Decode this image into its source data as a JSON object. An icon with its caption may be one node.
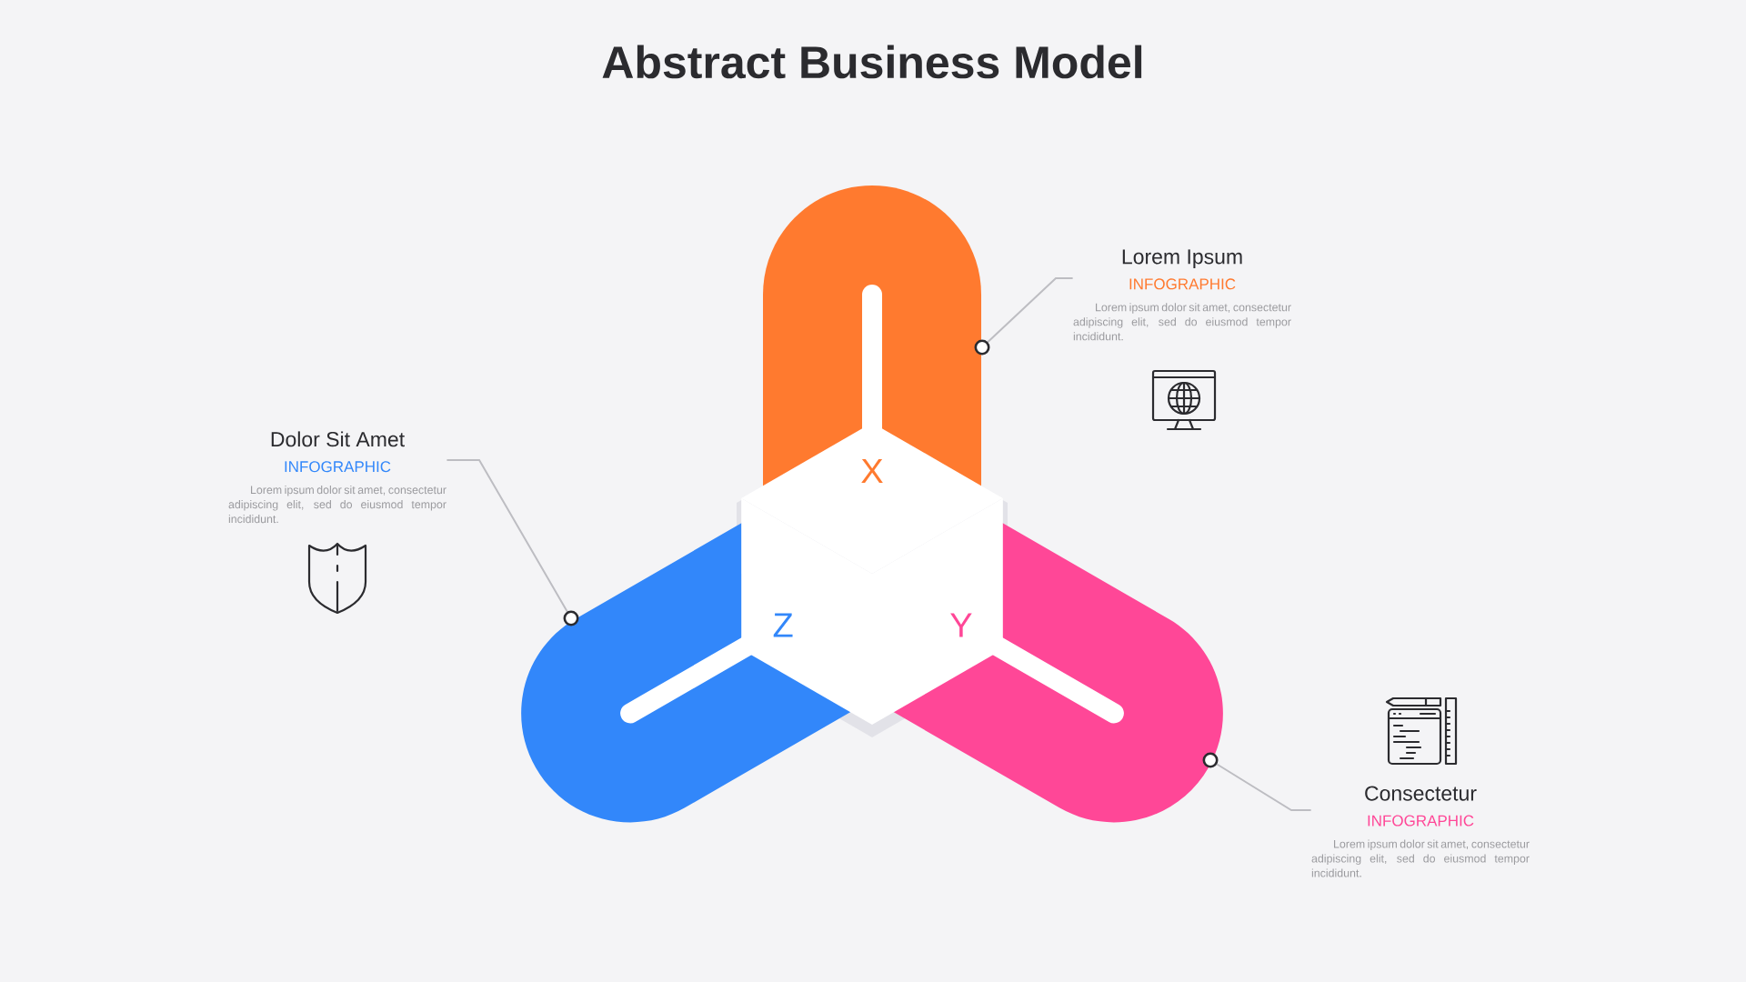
{
  "diagram": {
    "title": "Abstract Business Model",
    "nodes": [
      {
        "text": [
          "X"
        ]
      },
      {
        "text": [
          "Y"
        ]
      },
      {
        "text": [
          "Z"
        ]
      },
      {
        "text": [
          "Lorem Ipsum",
          "INFOGRAPHIC",
          "Lorem ipsum dolor sit amet, consectetur adipiscing elit, sed do eiusmod tempor incididunt."
        ]
      },
      {
        "text": [
          "Dolor Sit Amet",
          "INFOGRAPHIC",
          "Lorem ipsum dolor sit amet, consectetur adipiscing elit, sed do eiusmod tempor incididunt."
        ]
      },
      {
        "text": [
          "Consectetur",
          "INFOGRAPHIC",
          "Lorem ipsum dolor sit amet, consectetur adipiscing elit, sed do eiusmod tempor incididunt."
        ]
      }
    ],
    "edges": [
      {
        "from": 3,
        "to": 0,
        "arrow": "none"
      },
      {
        "from": 4,
        "to": 2,
        "arrow": "none"
      },
      {
        "from": 5,
        "to": 1,
        "arrow": "none"
      }
    ]
  }
}
